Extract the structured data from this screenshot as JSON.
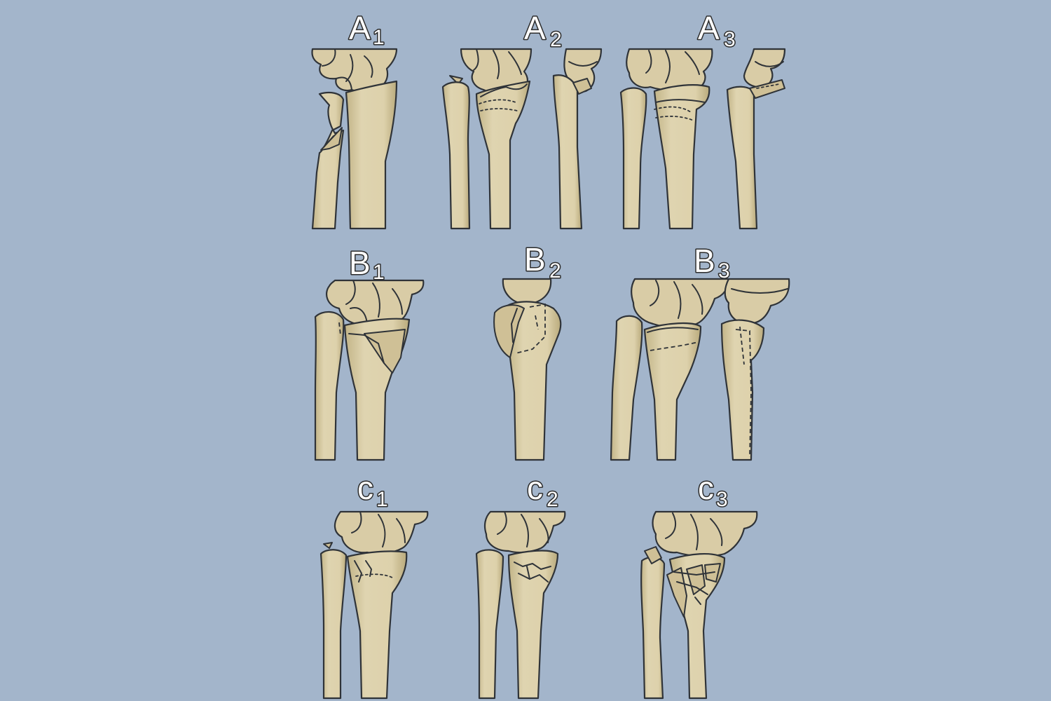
{
  "figure": {
    "background": "#a3b5cb",
    "bone_fill": "#ddd1ab",
    "bone_outline": "#2f3338",
    "panels": [
      {
        "id": "A1",
        "letter": "A",
        "sub": "1"
      },
      {
        "id": "A2",
        "letter": "A",
        "sub": "2"
      },
      {
        "id": "A3",
        "letter": "A",
        "sub": "3"
      },
      {
        "id": "B1",
        "letter": "B",
        "sub": "1"
      },
      {
        "id": "B2",
        "letter": "B",
        "sub": "2"
      },
      {
        "id": "B3",
        "letter": "B",
        "sub": "3"
      },
      {
        "id": "C1",
        "letter": "c",
        "sub": "1"
      },
      {
        "id": "C2",
        "letter": "c",
        "sub": "2"
      },
      {
        "id": "C3",
        "letter": "c",
        "sub": "3"
      }
    ]
  }
}
